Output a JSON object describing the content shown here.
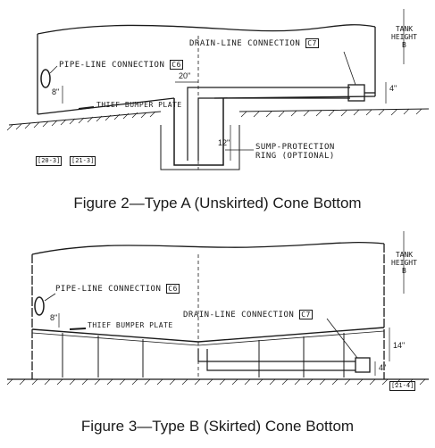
{
  "figure2": {
    "caption": "Figure 2—Type A (Unskirted) Cone Bottom",
    "tank_height_line1": "TANK",
    "tank_height_line2": "HEIGHT",
    "tank_height_line3": "B",
    "drain_label": "DRAIN-LINE CONNECTION",
    "drain_tag": "C7",
    "pipe_label": "PIPE-LINE CONNECTION",
    "pipe_tag": "C6",
    "thief_label": "THIEF BUMPER PLATE",
    "sump_label_line1": "SUMP-PROTECTION",
    "sump_label_line2": "RING (OPTIONAL)",
    "dim_20": "20\"",
    "dim_8": "8\"",
    "dim_4": "4\"",
    "dim_12": "12\"",
    "ref_1": "[20-3]",
    "ref_2": "[21-3]"
  },
  "figure3": {
    "caption": "Figure 3—Type B (Skirted) Cone Bottom",
    "tank_height_line1": "TANK",
    "tank_height_line2": "HEIGHT",
    "tank_height_line3": "B",
    "pipe_label": "PIPE-LINE CONNECTION",
    "pipe_tag": "C6",
    "drain_label": "DRAIN-LINE CONNECTION",
    "drain_tag": "C7",
    "thief_label": "THIEF BUMPER PLATE",
    "dim_8": "8\"",
    "dim_14": "14\"",
    "dim_4": "4\"",
    "ref_1": "[21-4]"
  }
}
